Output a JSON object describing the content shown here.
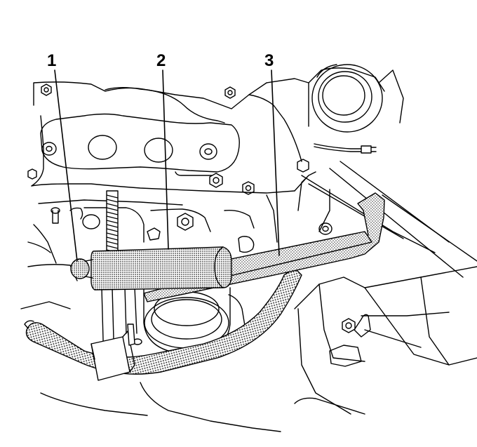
{
  "callouts": [
    {
      "id": "1",
      "label": "1"
    },
    {
      "id": "2",
      "label": "2"
    },
    {
      "id": "3",
      "label": "3"
    }
  ],
  "colors": {
    "line": "#000000",
    "background": "#ffffff",
    "stipple": "#3a3a3a"
  }
}
